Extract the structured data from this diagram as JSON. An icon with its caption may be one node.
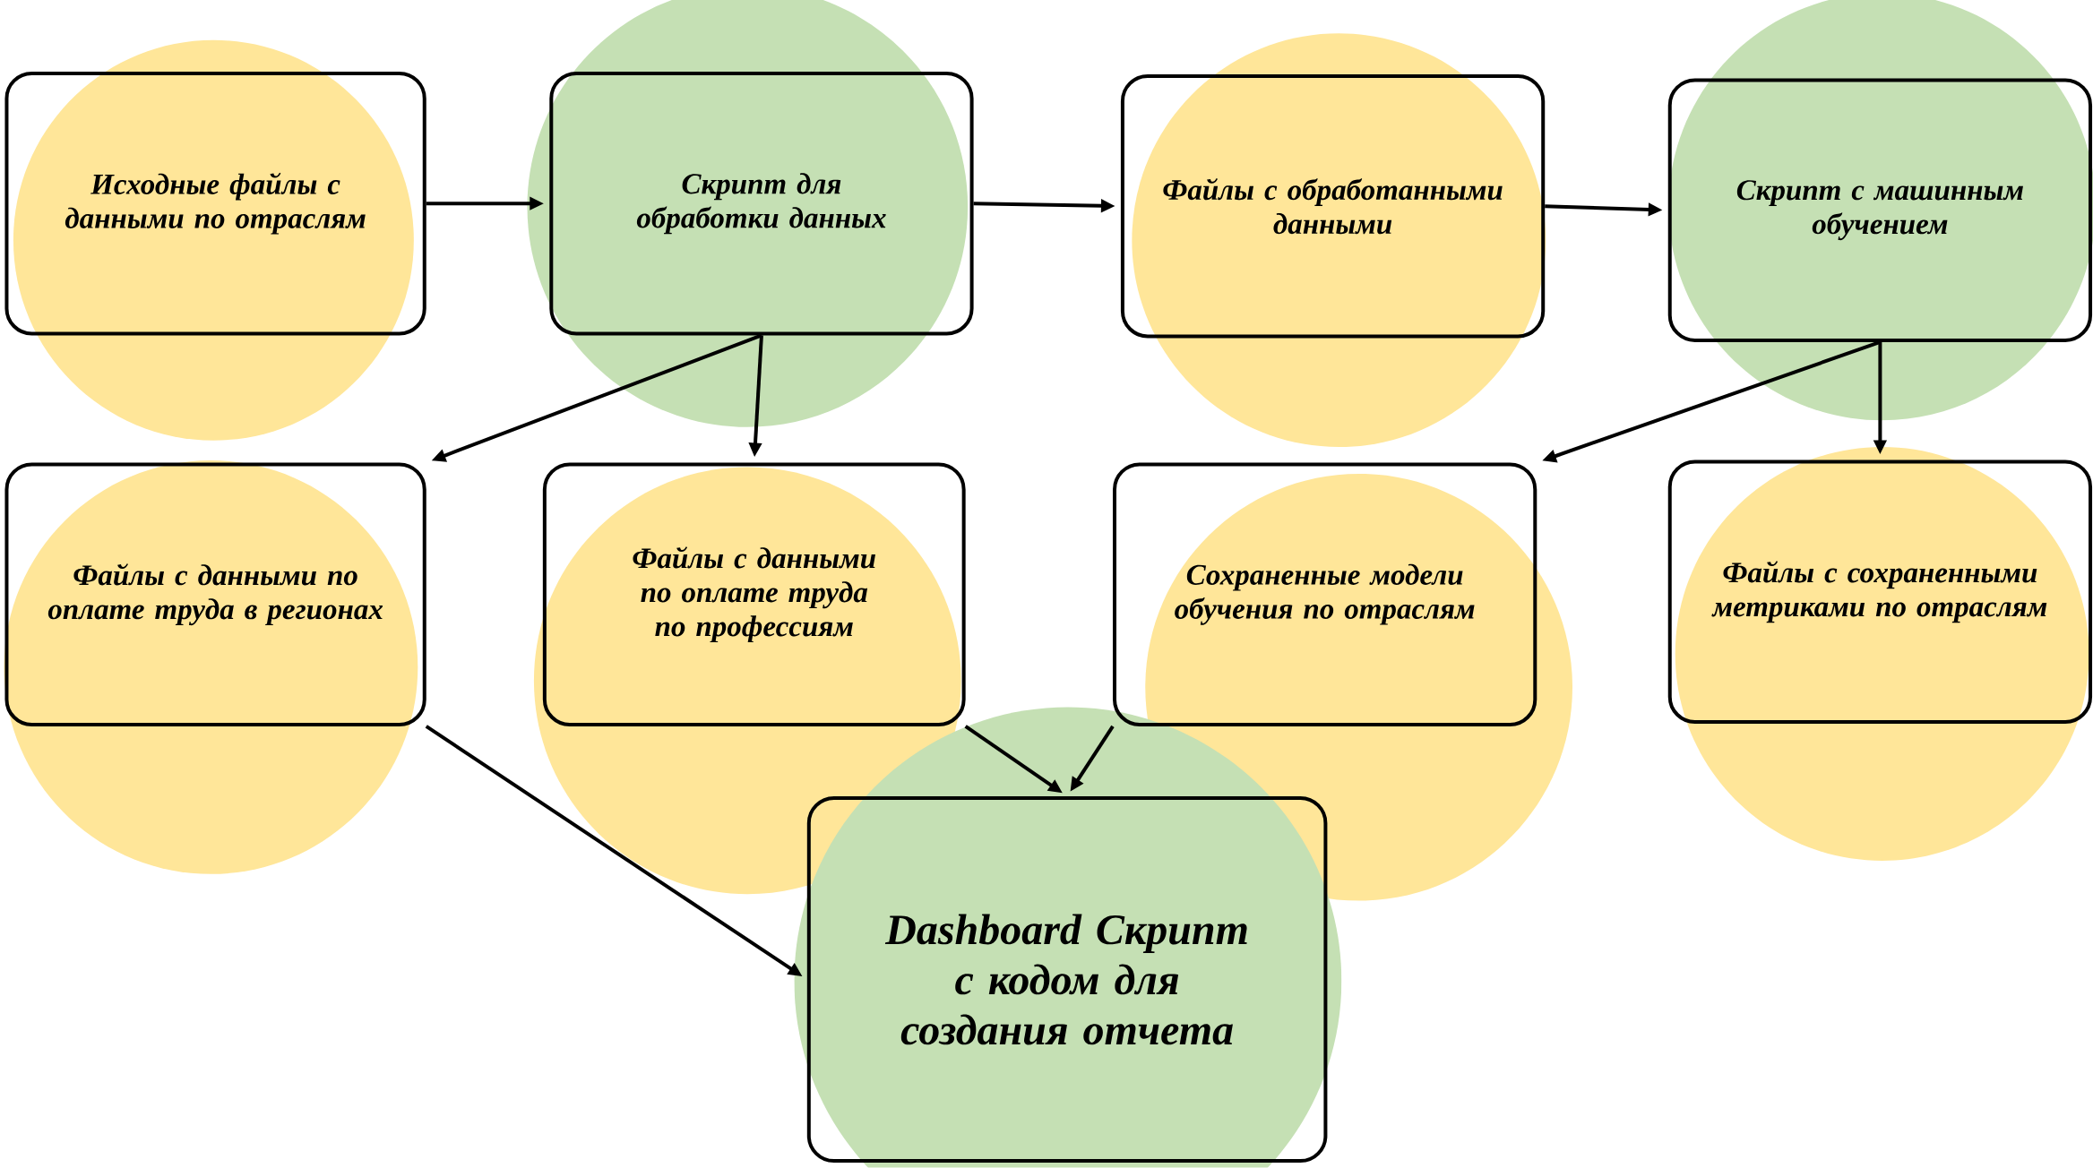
{
  "diagram": {
    "nodes": [
      {
        "text": [
          "Исходные файлы с данными по отраслям"
        ]
      },
      {
        "text": [
          "Скрипт для обработки данных"
        ]
      },
      {
        "text": [
          "Файлы с обработанными данными"
        ]
      },
      {
        "text": [
          "Скрипт с машинным обучением"
        ]
      },
      {
        "text": [
          "Файлы с данными по оплате труда в регионах"
        ]
      },
      {
        "text": [
          "Файлы с данными по оплате труда по профессиям"
        ]
      },
      {
        "text": [
          "Сохраненные модели обучения по отраслям"
        ]
      },
      {
        "text": [
          "Файлы с сохраненными метриками по отраслям"
        ]
      },
      {
        "text": [
          "Dashboard Скрипт с кодом для создания отчета"
        ]
      }
    ],
    "edges": [
      {
        "from": 0,
        "to": 1,
        "arrow": "to"
      },
      {
        "from": 1,
        "to": 2,
        "arrow": "to"
      },
      {
        "from": 2,
        "to": 3,
        "arrow": "to"
      },
      {
        "from": 1,
        "to": 4,
        "arrow": "to"
      },
      {
        "from": 1,
        "to": 5,
        "arrow": "to"
      },
      {
        "from": 3,
        "to": 6,
        "arrow": "to"
      },
      {
        "from": 3,
        "to": 7,
        "arrow": "to"
      },
      {
        "from": 4,
        "to": 8,
        "arrow": "to"
      },
      {
        "from": 5,
        "to": 8,
        "arrow": "to"
      },
      {
        "from": 6,
        "to": 8,
        "arrow": "to"
      }
    ]
  }
}
